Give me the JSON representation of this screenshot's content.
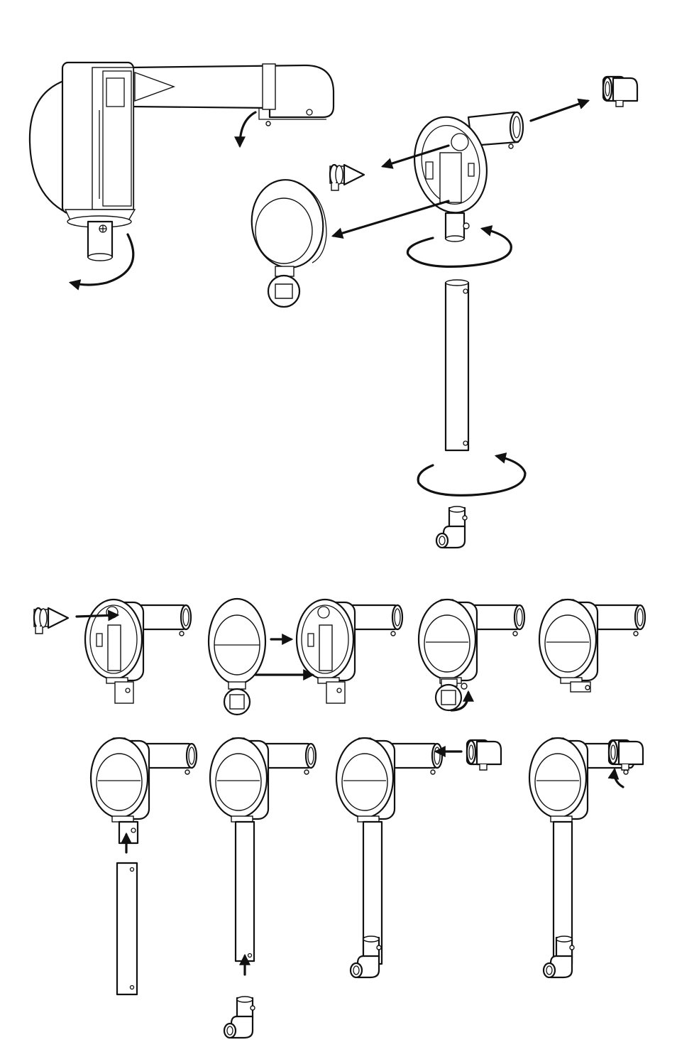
{
  "figure": {
    "description_visible_text": "",
    "colors": {
      "line": "#111111",
      "background": "#ffffff"
    }
  },
  "stages": {
    "top": [
      {
        "id": "motor-assembly-rotate"
      },
      {
        "id": "exploded-housing"
      },
      {
        "id": "vertical-pole-rotate"
      }
    ],
    "row1": [
      {
        "id": "step-insert-cap"
      },
      {
        "id": "step-attach-cover"
      },
      {
        "id": "step-rotate-clip"
      },
      {
        "id": "step-assembled"
      }
    ],
    "row2": [
      {
        "id": "step-insert-pole"
      },
      {
        "id": "step-attach-foot"
      },
      {
        "id": "step-attach-elbow"
      },
      {
        "id": "step-lock-elbow"
      }
    ]
  }
}
